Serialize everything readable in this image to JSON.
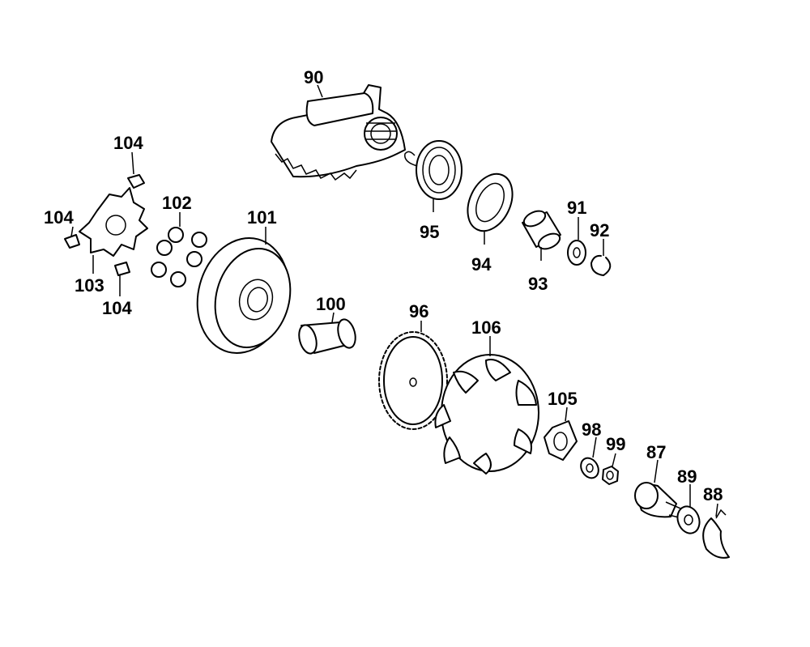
{
  "labels": {
    "p90": "90",
    "p95": "95",
    "p94": "94",
    "p93": "93",
    "p91": "91",
    "p92": "92",
    "p104a": "104",
    "p104b": "104",
    "p104c": "104",
    "p103": "103",
    "p102": "102",
    "p101": "101",
    "p100": "100",
    "p96": "96",
    "p106": "106",
    "p105": "105",
    "p98": "98",
    "p99": "99",
    "p87": "87",
    "p89": "89",
    "p88": "88"
  }
}
